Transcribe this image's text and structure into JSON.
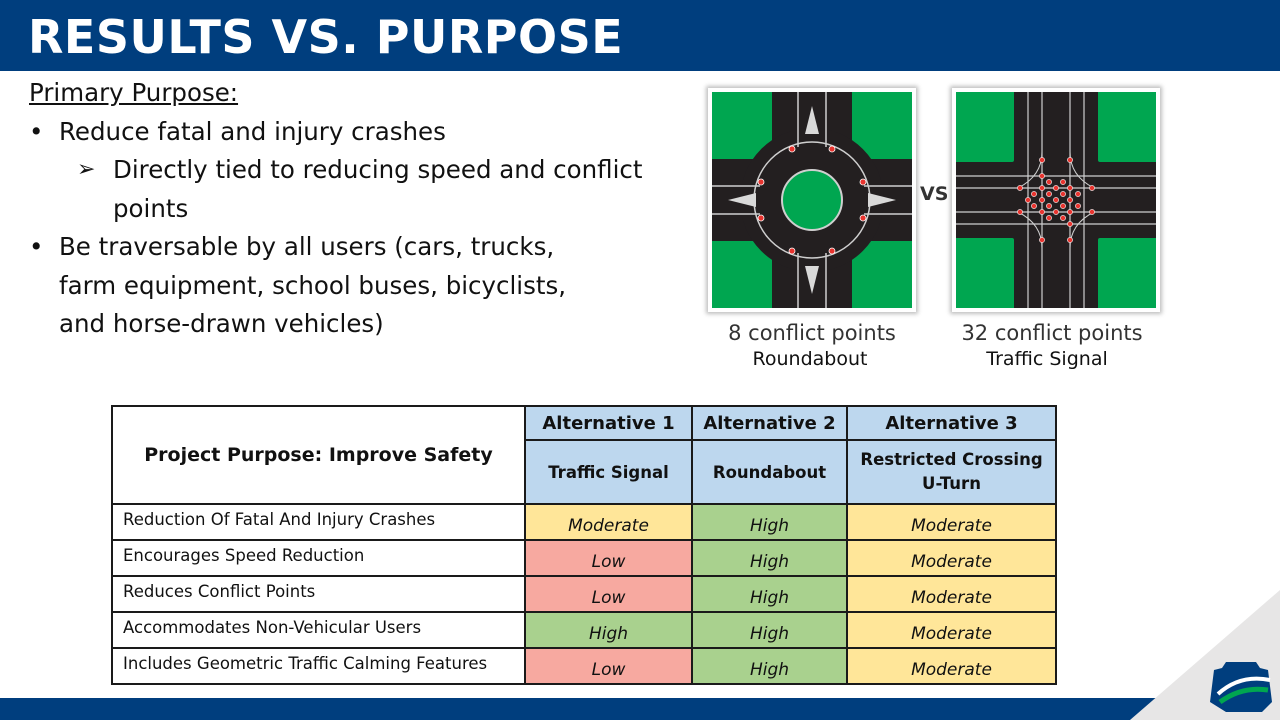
{
  "slide": {
    "title": "RESULTS VS. PURPOSE"
  },
  "content": {
    "heading": "Primary Purpose:",
    "bullet1": "Reduce fatal and injury crashes",
    "sub1": "Directly tied to reducing speed and conflict points",
    "bullet2": "Be traversable by all users (cars, trucks, farm equipment, school buses, bicyclists, and horse-drawn vehicles)"
  },
  "figure": {
    "vs_label": "VS",
    "left_caption": "8 conflict points",
    "left_label": "Roundabout",
    "right_caption": "32 conflict points",
    "right_label": "Traffic Signal"
  },
  "table": {
    "purpose_header": "Project Purpose: Improve Safety",
    "alternatives": [
      {
        "name": "Alternative 1",
        "type": "Traffic Signal"
      },
      {
        "name": "Alternative 2",
        "type": "Roundabout"
      },
      {
        "name": "Alternative 3",
        "type": "Restricted Crossing U-Turn"
      }
    ],
    "rows": [
      {
        "label": "Reduction Of Fatal And Injury Crashes",
        "values": [
          "Moderate",
          "High",
          "Moderate"
        ]
      },
      {
        "label": "Encourages Speed Reduction",
        "values": [
          "Low",
          "High",
          "Moderate"
        ]
      },
      {
        "label": "Reduces Conflict Points",
        "values": [
          "Low",
          "High",
          "Moderate"
        ]
      },
      {
        "label": "Accommodates Non-Vehicular Users",
        "values": [
          "High",
          "High",
          "Moderate"
        ]
      },
      {
        "label": "Includes Geometric Traffic Calming Features",
        "values": [
          "Low",
          "High",
          "Moderate"
        ]
      }
    ],
    "colors": {
      "Low": "#f7a9a0",
      "Moderate": "#ffe699",
      "High": "#a9d18e",
      "header": "#bdd7ee"
    }
  },
  "theme": {
    "primary": "#003e7e",
    "green": "#00a650",
    "road": "#231f20"
  }
}
